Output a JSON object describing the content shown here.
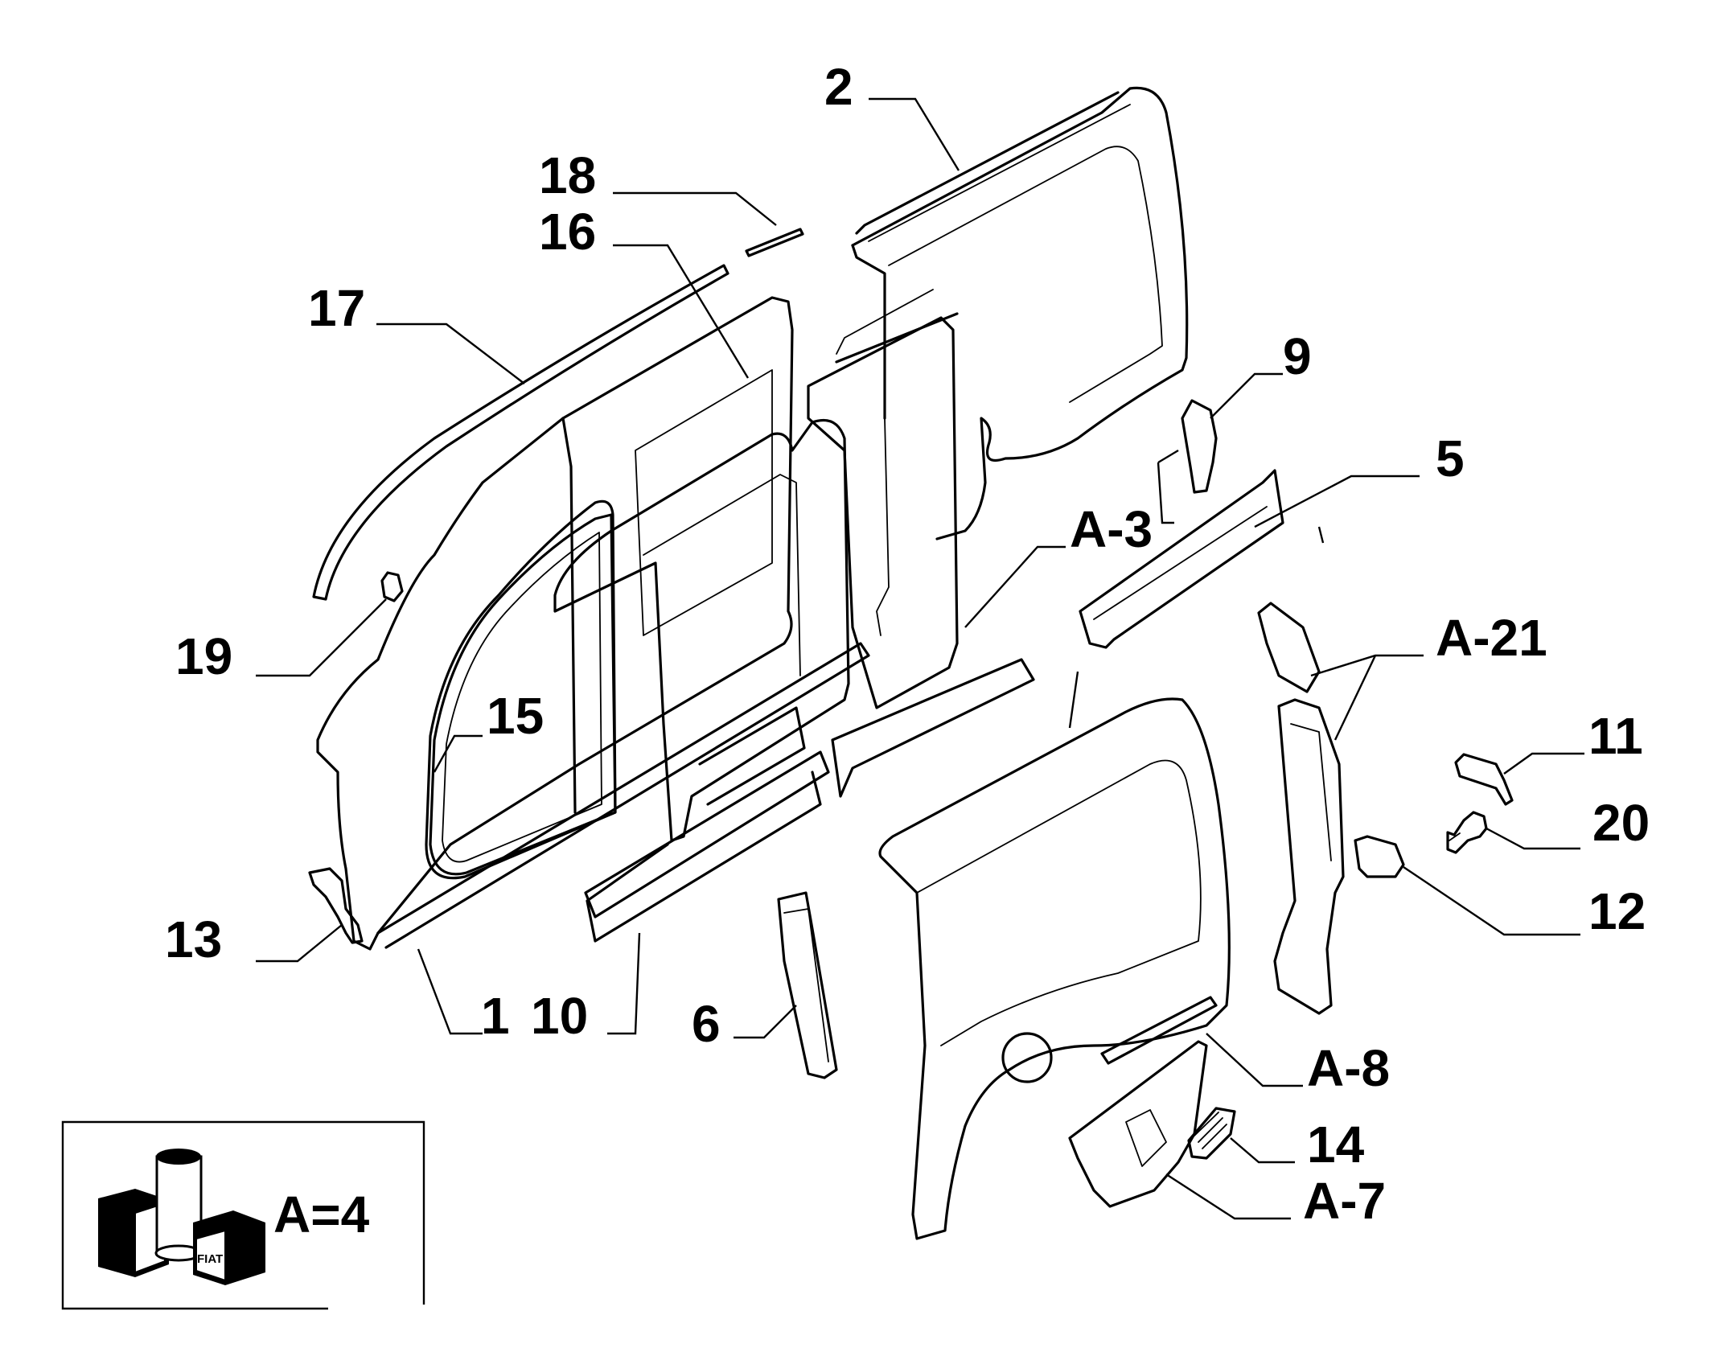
{
  "labels": {
    "l2": "2",
    "l18": "18",
    "l16": "16",
    "l17": "17",
    "l9": "9",
    "l5": "5",
    "lA3": "A-3",
    "lA21": "A-21",
    "l19": "19",
    "l15": "15",
    "l11": "11",
    "l20": "20",
    "l12": "12",
    "l13": "13",
    "l1": "1",
    "l10": "10",
    "l6": "6",
    "lA8": "A-8",
    "l14": "14",
    "lA7": "A-7"
  },
  "legend": {
    "text": "A=4",
    "logo_text": "FIAT",
    "icon": "adhesive-can-cube-icon"
  }
}
